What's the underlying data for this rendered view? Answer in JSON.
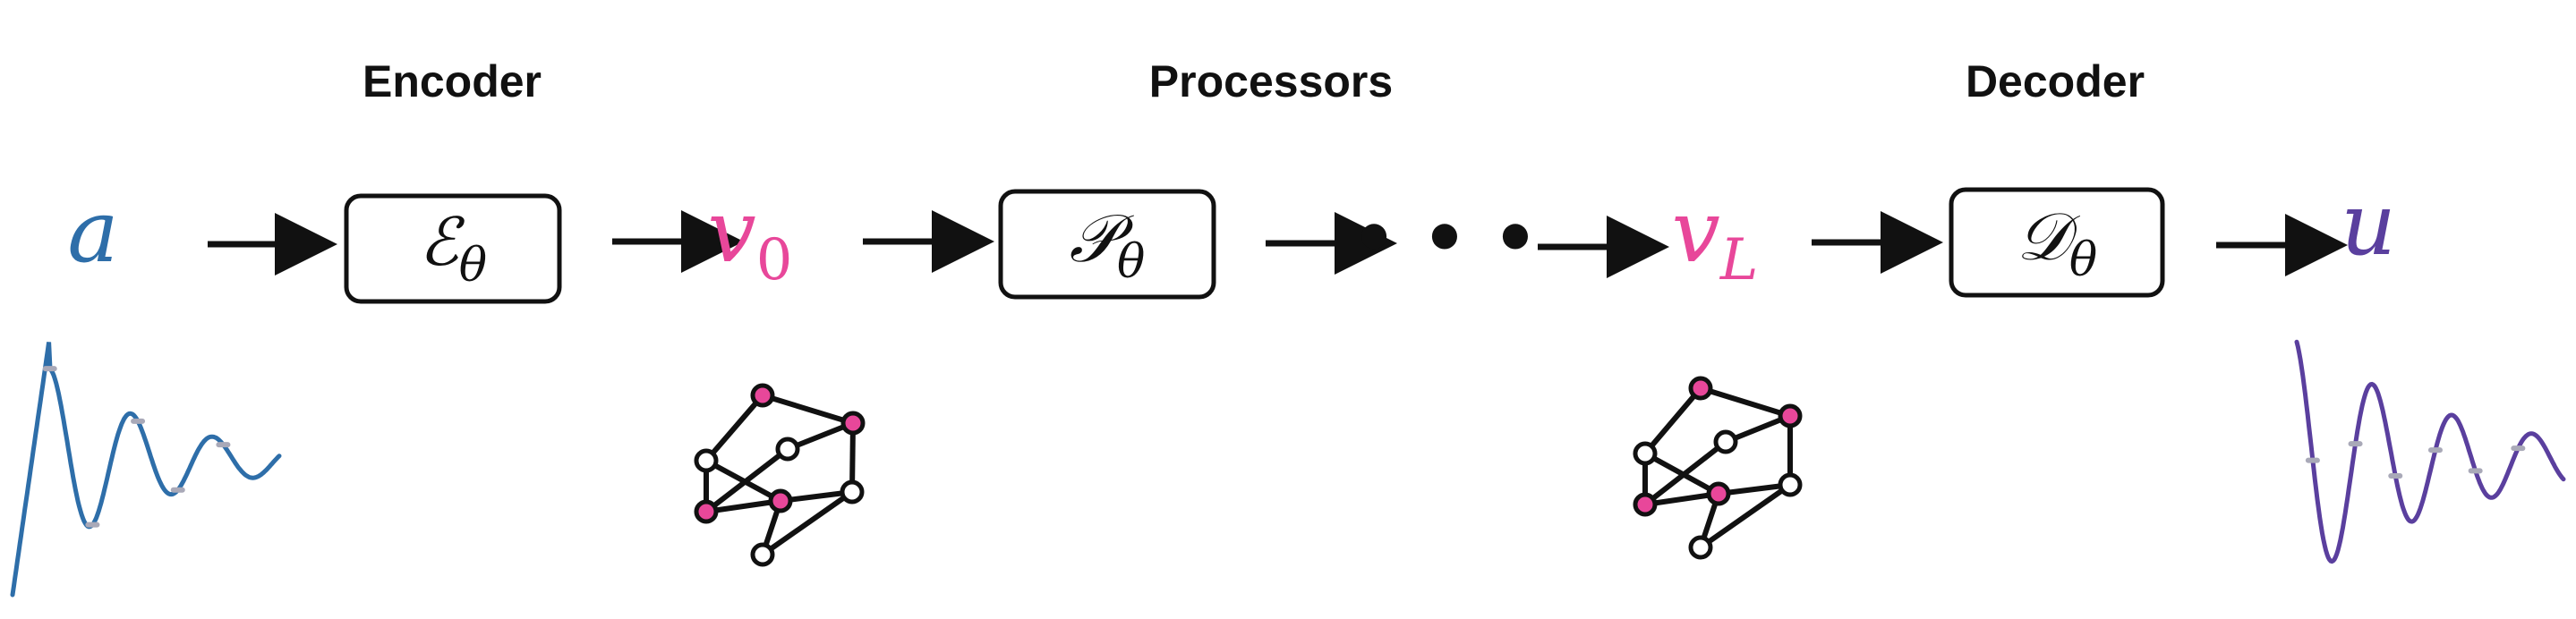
{
  "labels": {
    "encoder": "Encoder",
    "processors": "Processors",
    "decoder": "Decoder"
  },
  "variables": {
    "input": {
      "symbol": "a"
    },
    "latent_first": {
      "symbol": "v",
      "subscript": "0"
    },
    "latent_last": {
      "symbol": "v",
      "subscript": "L"
    },
    "output": {
      "symbol": "u"
    }
  },
  "operators": {
    "encoder": {
      "symbol": "ℰ",
      "subscript": "θ"
    },
    "processor": {
      "symbol": "𝒫",
      "subscript": "θ"
    },
    "decoder": {
      "symbol": "𝒟",
      "subscript": "θ"
    }
  },
  "ellipsis": "• • •",
  "colors": {
    "input": "#2e6ea9",
    "latent": "#e8479a",
    "output": "#5a3f9e",
    "ink": "#111111",
    "sample_point": "#a9a9b8",
    "graph_node_highlight": "#e8479a",
    "graph_node_plain": "#ffffff"
  },
  "icons": {
    "input_function": "wave-plot-icon",
    "graph_first": "graph-network-icon",
    "graph_last": "graph-network-icon",
    "output_function": "wave-plot-icon"
  }
}
